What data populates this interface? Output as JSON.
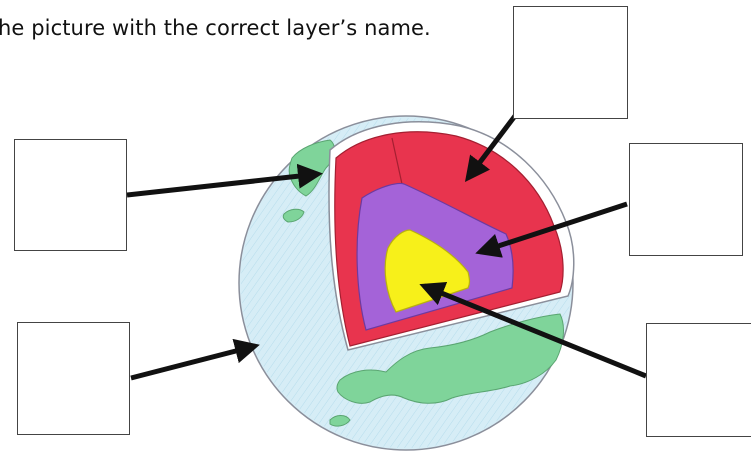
{
  "instruction": "he picture with the correct layer’s name.",
  "diagram": {
    "subject": "Earth cutaway showing internal layers",
    "layer_colors": {
      "ocean": "#cfe9f3",
      "land": "#7fd49a",
      "crust": "#ffffff",
      "mantle": "#e8344e",
      "outer_core": "#a463d8",
      "inner_core": "#f7f01a"
    },
    "label_boxes": [
      {
        "id": "crust-surface-box",
        "value": ""
      },
      {
        "id": "surface-box",
        "value": ""
      },
      {
        "id": "mantle-box",
        "value": ""
      },
      {
        "id": "outer-core-box",
        "value": ""
      },
      {
        "id": "inner-core-box",
        "value": ""
      }
    ]
  }
}
